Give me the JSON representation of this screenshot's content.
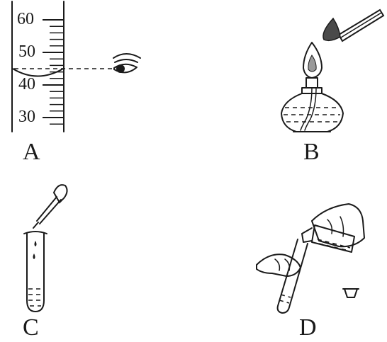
{
  "panels": {
    "a": {
      "label": "A",
      "ticks": [
        "60",
        "50",
        "40",
        "30"
      ]
    },
    "b": {
      "label": "B"
    },
    "c": {
      "label": "C"
    },
    "d": {
      "label": "D"
    }
  }
}
